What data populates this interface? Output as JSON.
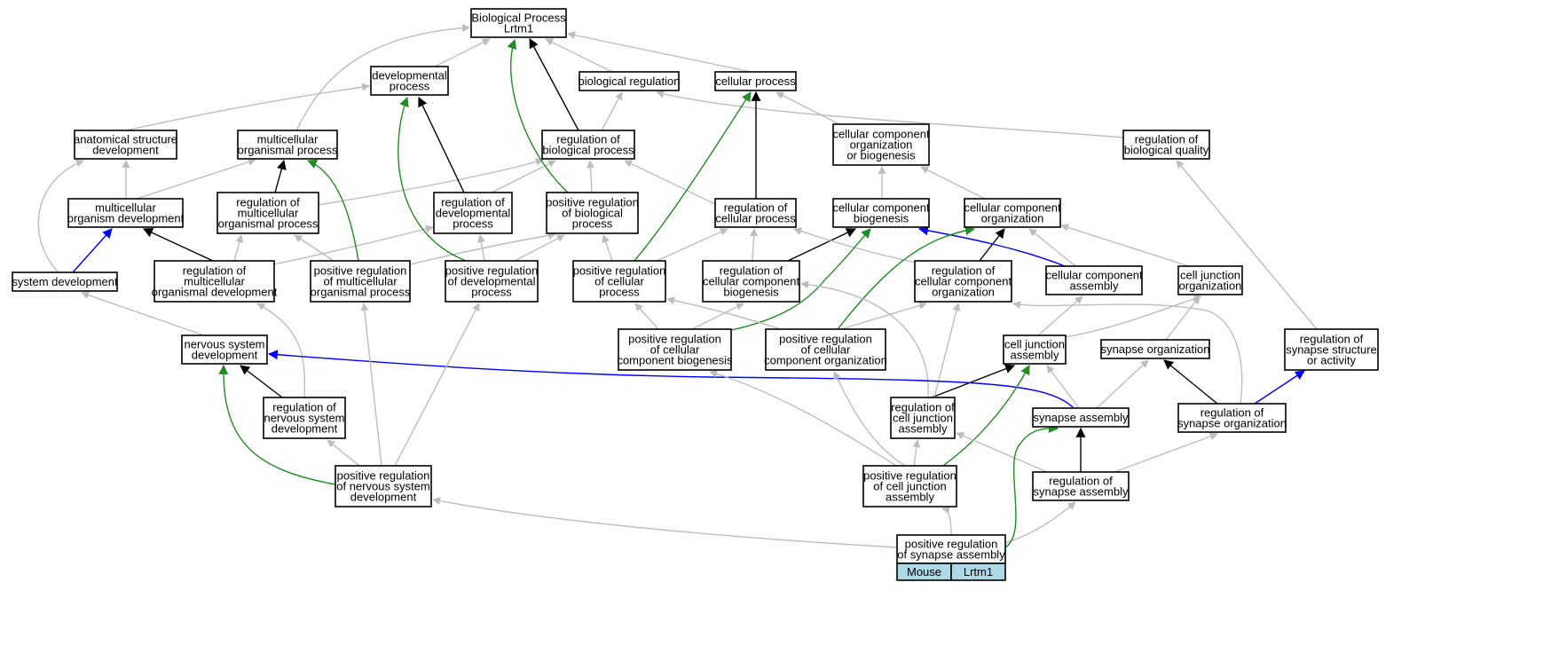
{
  "colors": {
    "is_a": "#bdbdbd",
    "regulates": "#000000",
    "positively_regulates": "#228b22",
    "part_of": "#0000ff",
    "highlight_fill": "#add8e6"
  },
  "nodes": {
    "bp": [
      "Biological Process",
      "Lrtm1"
    ],
    "dev_process": [
      "developmental",
      "process"
    ],
    "bio_reg": [
      "biological regulation"
    ],
    "cell_proc": [
      "cellular process"
    ],
    "anat_dev": [
      "anatomical structure",
      "development"
    ],
    "mc_org_proc": [
      "multicellular",
      "organismal process"
    ],
    "reg_bio_proc": [
      "regulation of",
      "biological process"
    ],
    "cc_org_bio": [
      "cellular component",
      "organization",
      "or biogenesis"
    ],
    "reg_bio_quality": [
      "regulation of",
      "biological quality"
    ],
    "mc_org_dev": [
      "multicellular",
      "organism development"
    ],
    "reg_mc_org_proc": [
      "regulation of",
      "multicellular",
      "organismal process"
    ],
    "reg_dev_proc": [
      "regulation of",
      "developmental",
      "process"
    ],
    "pos_reg_bio_proc": [
      "positive regulation",
      "of biological",
      "process"
    ],
    "reg_cell_proc": [
      "regulation of",
      "cellular process"
    ],
    "cc_biogenesis": [
      "cellular component",
      "biogenesis"
    ],
    "cc_org": [
      "cellular component",
      "organization"
    ],
    "sys_dev": [
      "system development"
    ],
    "reg_mc_org_dev": [
      "regulation of",
      "multicellular",
      "organismal development"
    ],
    "pos_reg_mc_org_proc": [
      "positive regulation",
      "of multicellular",
      "organismal process"
    ],
    "pos_reg_dev_proc": [
      "positive regulation",
      "of developmental",
      "process"
    ],
    "pos_reg_cell_proc": [
      "positive regulation",
      "of cellular",
      "process"
    ],
    "reg_cc_biogenesis": [
      "regulation of",
      "cellular component",
      "biogenesis"
    ],
    "reg_cc_org": [
      "regulation of",
      "cellular component",
      "organization"
    ],
    "cc_assembly": [
      "cellular component",
      "assembly"
    ],
    "cj_org": [
      "cell junction",
      "organization"
    ],
    "ns_dev": [
      "nervous system",
      "development"
    ],
    "pos_reg_cc_biogenesis": [
      "positive regulation",
      "of cellular",
      "component biogenesis"
    ],
    "pos_reg_cc_org": [
      "positive regulation",
      "of cellular",
      "component organization"
    ],
    "cj_assembly": [
      "cell junction",
      "assembly"
    ],
    "syn_org": [
      "synapse organization"
    ],
    "reg_syn_struct": [
      "regulation of",
      "synapse structure",
      "or activity"
    ],
    "reg_ns_dev": [
      "regulation of",
      "nervous system",
      "development"
    ],
    "reg_cj_assembly": [
      "regulation of",
      "cell junction",
      "assembly"
    ],
    "syn_assembly": [
      "synapse assembly"
    ],
    "reg_syn_org": [
      "regulation of",
      "synapse organization"
    ],
    "pos_reg_ns_dev": [
      "positive regulation",
      "of nervous system",
      "development"
    ],
    "pos_reg_cj_assembly": [
      "positive regulation",
      "of cell junction",
      "assembly"
    ],
    "reg_syn_assembly": [
      "regulation of",
      "synapse assembly"
    ],
    "pos_reg_syn_assembly": [
      "positive regulation",
      "of synapse assembly"
    ]
  },
  "tags": {
    "organism": "Mouse",
    "gene": "Lrtm1"
  }
}
